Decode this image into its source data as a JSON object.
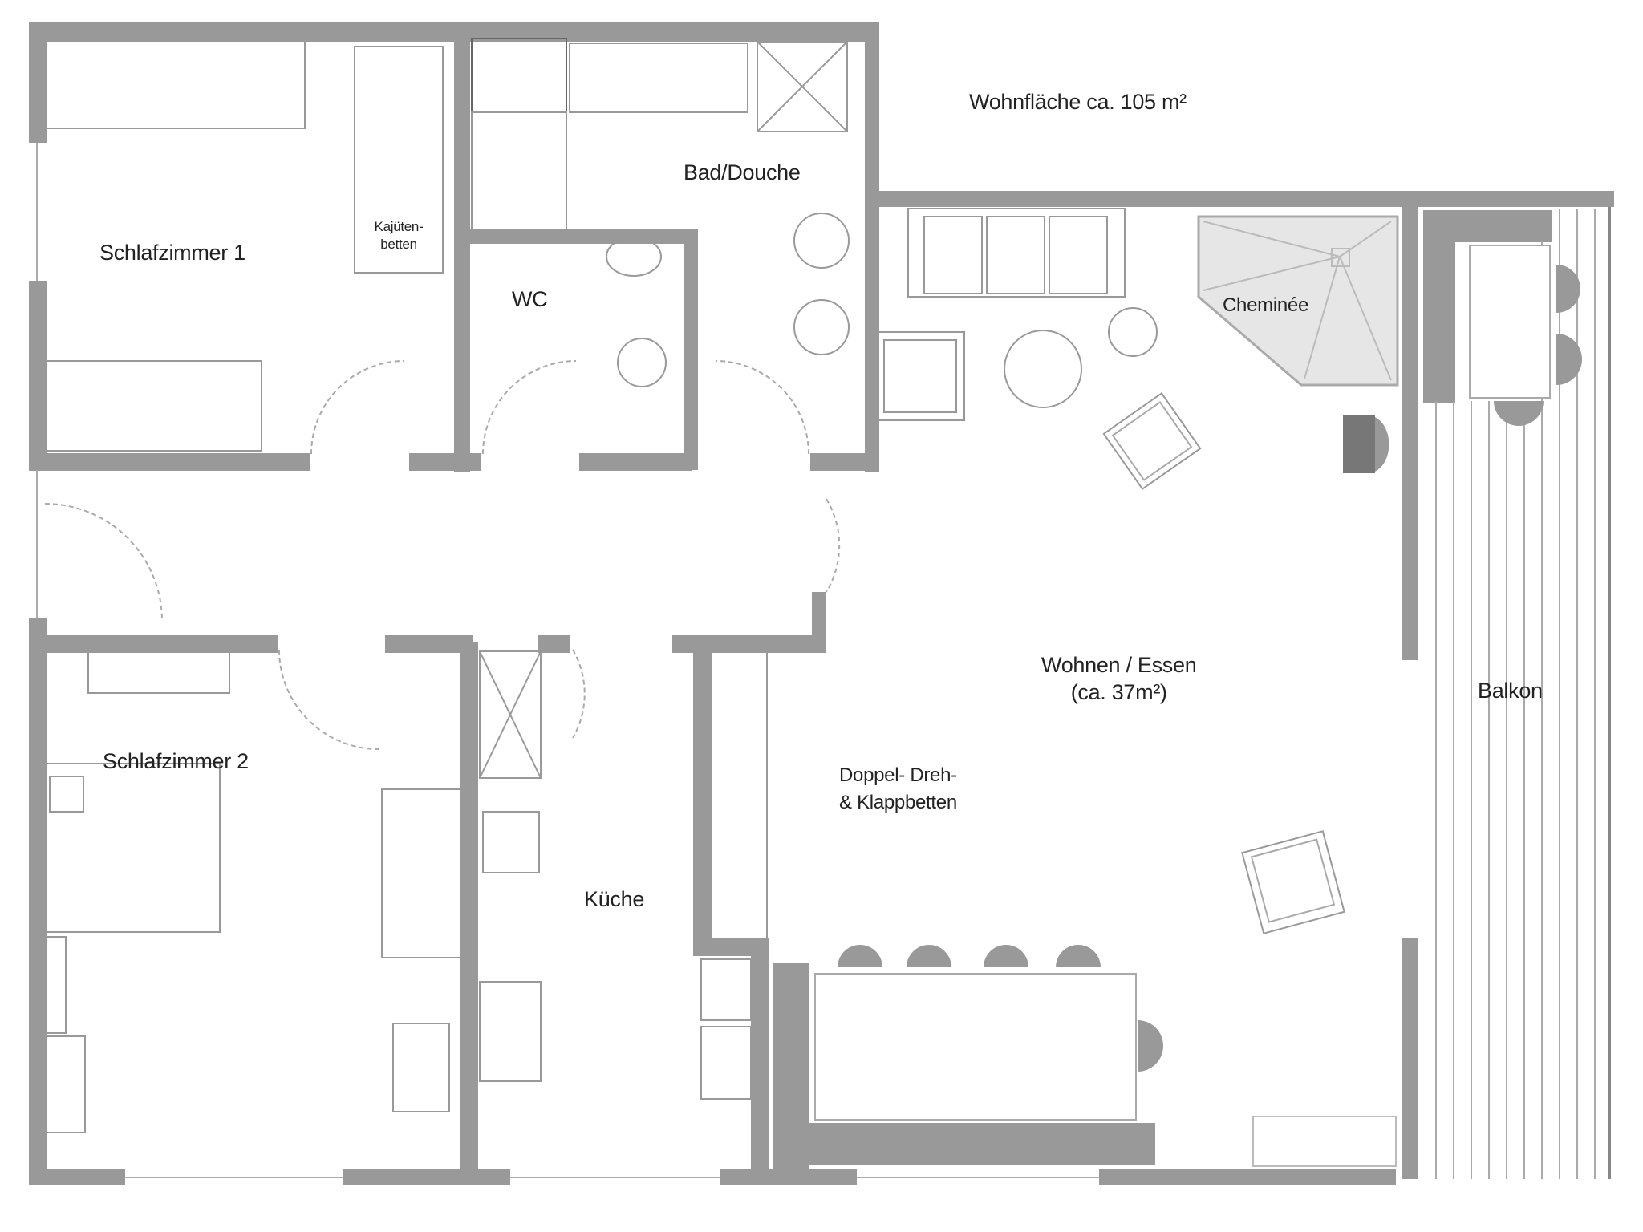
{
  "plan": {
    "title": "Wohnfläche ca. 105 m²",
    "colors": {
      "wall": "#999999",
      "wall_dark": "#8f8f8f",
      "fixture_line": "#9a9a9a",
      "fireplace_fill": "#e6e6e6",
      "background": "#ffffff",
      "text": "#222222"
    }
  },
  "rooms": {
    "bedroom1": {
      "name": "Schlafzimmer 1",
      "note_line1": "Kajüten-",
      "note_line2": "betten"
    },
    "bathroom": {
      "name": "Bad/Douche"
    },
    "wc": {
      "name": "WC"
    },
    "bedroom2": {
      "name": "Schlafzimmer 2"
    },
    "kitchen": {
      "name": "Küche"
    },
    "living": {
      "name": "Wohnen / Essen",
      "area": "(ca. 37m²)",
      "note_line1": "Doppel- Dreh-",
      "note_line2": "& Klappbetten"
    },
    "fireplace": {
      "name": "Cheminée"
    },
    "balcony": {
      "name": "Balkon"
    }
  }
}
